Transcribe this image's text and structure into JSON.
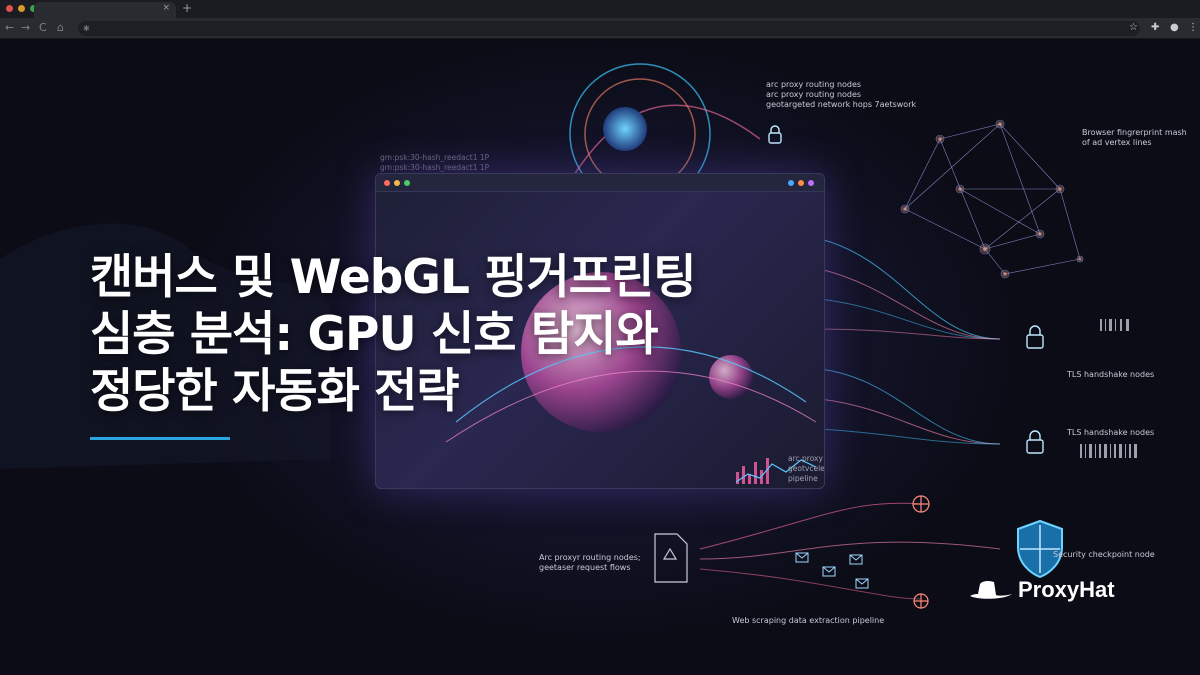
{
  "browser": {
    "tab_close": "×",
    "new_tab": "+",
    "back": "←",
    "forward": "→",
    "reload": "C",
    "home": "⌂",
    "site_icon": "✱",
    "bookmark": "☆",
    "extensions": "✚",
    "profile": "●",
    "menu": "⋮",
    "window_dot_colors": [
      "#e0524c",
      "#d79a2b",
      "#37a34a"
    ]
  },
  "hero": {
    "headline_lines": [
      "캔버스 및 WebGL 핑거프린팅",
      "심층 분석: GPU 신호 탐지와",
      "정당한 자동화 전략"
    ],
    "accent_color": "#2aa7e0",
    "labels": {
      "routing_nodes": [
        "arc proxy routing nodes",
        "arc proxy routing nodes",
        "geotargeted network hops 7aetswork"
      ],
      "fingerprint_mesh": [
        "Browser fingrerprint mash",
        "of ad vertex lines"
      ],
      "tls_nodes_1": "TLS handshake nodes",
      "tls_nodes_2": "TLS handshake nodes",
      "request_flows": [
        "Arc proxyr routing nodes;",
        "geetaser request flows"
      ],
      "security_checkpoint": "Security checkpoint node",
      "pipeline": "Web scraping data extraction pipeline",
      "mock_routing": [
        "arc proxy routing",
        "geotvceled networks",
        "pipeline"
      ]
    },
    "brand": "ProxyHat"
  }
}
